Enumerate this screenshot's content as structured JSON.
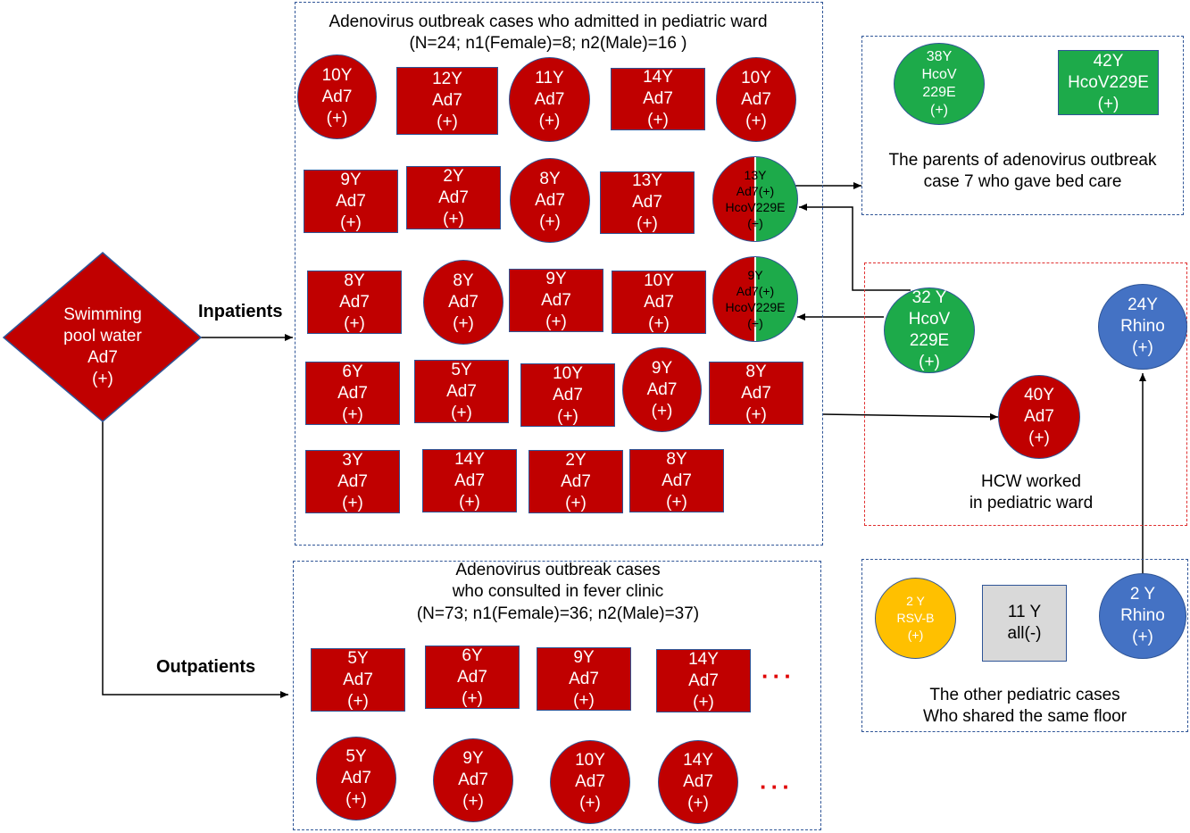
{
  "inpatient_box": {
    "title_line1": "Adenovirus  outbreak cases who admitted  in pediatric ward",
    "title_line2": "(N=24;  n1(Female)=8; n2(Male)=16 )"
  },
  "outpatient_box": {
    "title_line1": "Adenovirus  outbreak cases",
    "title_line2": "who consulted  in fever clinic",
    "title_line3": "(N=73; n1(Female)=36; n2(Male)=37)"
  },
  "parents_box": {
    "caption_line1": "The parents of adenovirus  outbreak",
    "caption_line2": "case 7 who gave  bed care"
  },
  "hcw_box": {
    "caption_line1": "HCW worked",
    "caption_line2": "in pediatric ward"
  },
  "other_box": {
    "caption_line1": "The other pediatric cases",
    "caption_line2": "Who  shared the same floor"
  },
  "source": {
    "line1": "Swimming",
    "line2": "pool water",
    "line3": "Ad7",
    "line4": "(+)"
  },
  "labels": {
    "inpatients": "Inpatients",
    "outpatients": "Outpatients",
    "ellipsis": "···"
  },
  "inpatient_nodes": [
    {
      "age": "10Y",
      "virus": "Ad7",
      "result": "(+)"
    },
    {
      "age": "12Y",
      "virus": "Ad7",
      "result": "(+)"
    },
    {
      "age": "11Y",
      "virus": "Ad7",
      "result": "(+)"
    },
    {
      "age": "14Y",
      "virus": "Ad7",
      "result": "(+)"
    },
    {
      "age": "10Y",
      "virus": "Ad7",
      "result": "(+)"
    },
    {
      "age": "9Y",
      "virus": "Ad7",
      "result": "(+)"
    },
    {
      "age": "2Y",
      "virus": "Ad7",
      "result": "(+)"
    },
    {
      "age": "8Y",
      "virus": "Ad7",
      "result": "(+)"
    },
    {
      "age": "13Y",
      "virus": "Ad7",
      "result": "(+)"
    },
    {
      "age": "13Y",
      "virus": "Ad7(+)",
      "virus2": "HcoV229E",
      "result": "(+)"
    },
    {
      "age": "8Y",
      "virus": "Ad7",
      "result": "(+)"
    },
    {
      "age": "8Y",
      "virus": "Ad7",
      "result": "(+)"
    },
    {
      "age": "9Y",
      "virus": "Ad7",
      "result": "(+)"
    },
    {
      "age": "10Y",
      "virus": "Ad7",
      "result": "(+)"
    },
    {
      "age": "9Y",
      "virus": "Ad7(+)",
      "virus2": "HcoV229E",
      "result": "(+)"
    },
    {
      "age": "6Y",
      "virus": "Ad7",
      "result": "(+)"
    },
    {
      "age": "5Y",
      "virus": "Ad7",
      "result": "(+)"
    },
    {
      "age": "10Y",
      "virus": "Ad7",
      "result": "(+)"
    },
    {
      "age": "9Y",
      "virus": "Ad7",
      "result": "(+)"
    },
    {
      "age": "8Y",
      "virus": "Ad7",
      "result": "(+)"
    },
    {
      "age": "3Y",
      "virus": "Ad7",
      "result": "(+)"
    },
    {
      "age": "14Y",
      "virus": "Ad7",
      "result": "(+)"
    },
    {
      "age": "2Y",
      "virus": "Ad7",
      "result": "(+)"
    },
    {
      "age": "8Y",
      "virus": "Ad7",
      "result": "(+)"
    }
  ],
  "outpatient_nodes": [
    {
      "age": "5Y",
      "virus": "Ad7",
      "result": "(+)"
    },
    {
      "age": "6Y",
      "virus": "Ad7",
      "result": "(+)"
    },
    {
      "age": "9Y",
      "virus": "Ad7",
      "result": "(+)"
    },
    {
      "age": "14Y",
      "virus": "Ad7",
      "result": "(+)"
    },
    {
      "age": "5Y",
      "virus": "Ad7",
      "result": "(+)"
    },
    {
      "age": "9Y",
      "virus": "Ad7",
      "result": "(+)"
    },
    {
      "age": "10Y",
      "virus": "Ad7",
      "result": "(+)"
    },
    {
      "age": "14Y",
      "virus": "Ad7",
      "result": "(+)"
    }
  ],
  "parent_nodes": [
    {
      "age": "38Y",
      "virus": "HcoV",
      "virus2": "229E",
      "result": "(+)"
    },
    {
      "age": "42Y",
      "virus": "HcoV229E",
      "result": "(+)"
    }
  ],
  "hcw_nodes": [
    {
      "age": "32 Y",
      "virus": "HcoV",
      "virus2": "229E",
      "result": "(+)"
    },
    {
      "age": "24Y",
      "virus": "Rhino",
      "result": "(+)"
    },
    {
      "age": "40Y",
      "virus": "Ad7",
      "result": "(+)"
    }
  ],
  "other_nodes": [
    {
      "age": "2 Y",
      "virus": "RSV-B",
      "result": "(+)"
    },
    {
      "age": "11 Y",
      "virus": "all(-)"
    },
    {
      "age": "2 Y",
      "virus": "Rhino",
      "result": "(+)"
    }
  ],
  "colors": {
    "adenovirus_red": "#c00000",
    "coronavirus_green": "#1daa4a",
    "rhino_blue": "#4472c4",
    "rsv_yellow": "#ffc000",
    "negative_gray": "#d9d9d9"
  }
}
